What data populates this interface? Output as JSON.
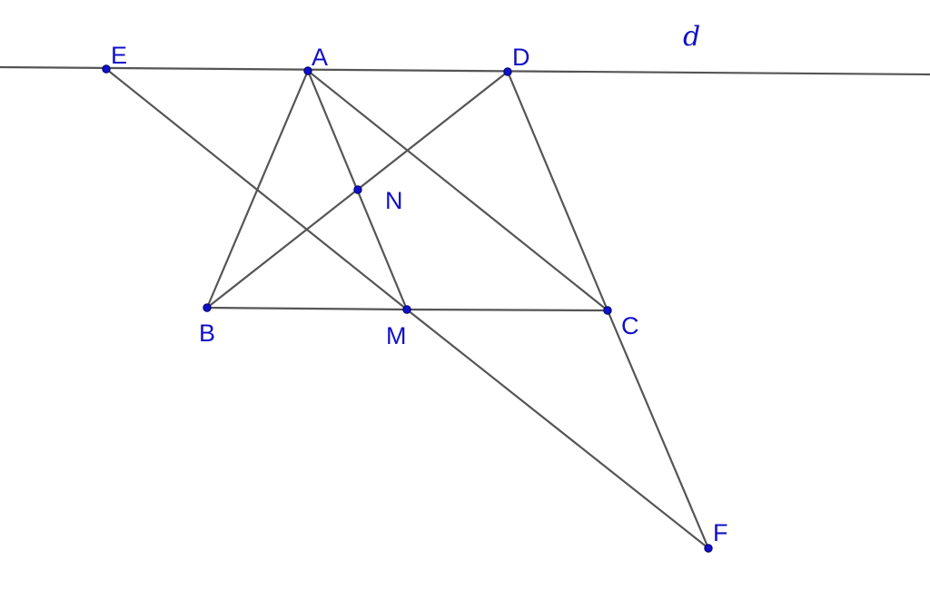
{
  "diagram": {
    "line_label": "d",
    "points": [
      {
        "id": "E",
        "label": "E"
      },
      {
        "id": "A",
        "label": "A"
      },
      {
        "id": "D",
        "label": "D"
      },
      {
        "id": "N",
        "label": "N"
      },
      {
        "id": "B",
        "label": "B"
      },
      {
        "id": "M",
        "label": "M"
      },
      {
        "id": "C",
        "label": "C"
      },
      {
        "id": "F",
        "label": "F"
      }
    ],
    "segments": [
      [
        "A",
        "B"
      ],
      [
        "A",
        "M"
      ],
      [
        "A",
        "C"
      ],
      [
        "B",
        "M"
      ],
      [
        "M",
        "C"
      ],
      [
        "B",
        "D"
      ],
      [
        "D",
        "C"
      ],
      [
        "E",
        "M"
      ],
      [
        "M",
        "F"
      ],
      [
        "C",
        "F"
      ]
    ],
    "colors": {
      "point": "#1010c8",
      "label": "#1010c8",
      "segment": "#555555"
    }
  }
}
